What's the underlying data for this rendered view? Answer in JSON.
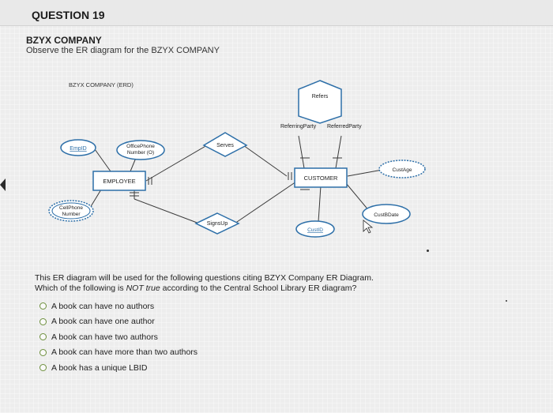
{
  "question": {
    "label": "QUESTION 19"
  },
  "company": {
    "title": "BZYX COMPANY",
    "instruction": "Observe the ER diagram for the BZYX COMPANY"
  },
  "diagram": {
    "title": "BZYX COMPANY (ERD)",
    "entities": {
      "employee": "EMPLOYEE",
      "customer": "CUSTOMER"
    },
    "relationships": {
      "refers": "Refers",
      "serves": "Serves",
      "signsup": "SignsUp"
    },
    "attributes": {
      "empid": "EmpID",
      "officephone": "OfficePhone",
      "officephone2": "Number (O)",
      "cellphone": "CellPhone",
      "cellphone2": "Number",
      "custage": "CustAge",
      "custbdate": "CustBDate",
      "custid": "CustID"
    },
    "roles": {
      "referring": "ReferringParty",
      "referred": "ReferredParty"
    }
  },
  "prompt": {
    "line1": "This ER diagram will be used for the following questions citing BZYX Company ER Diagram.",
    "line2_pre": "Which of the following is ",
    "line2_em": "NOT true",
    "line2_post": " according to the Central School Library ER diagram?"
  },
  "options": [
    {
      "label": "A book can have no authors"
    },
    {
      "label": "A book can have one author"
    },
    {
      "label": "A book can have two authors"
    },
    {
      "label": "A book can have more than two authors"
    },
    {
      "label": "A book has a unique LBID"
    }
  ],
  "colors": {
    "node_stroke": "#2d6fa8",
    "line": "#3a3a3a",
    "radio": "#6d8f3c"
  }
}
